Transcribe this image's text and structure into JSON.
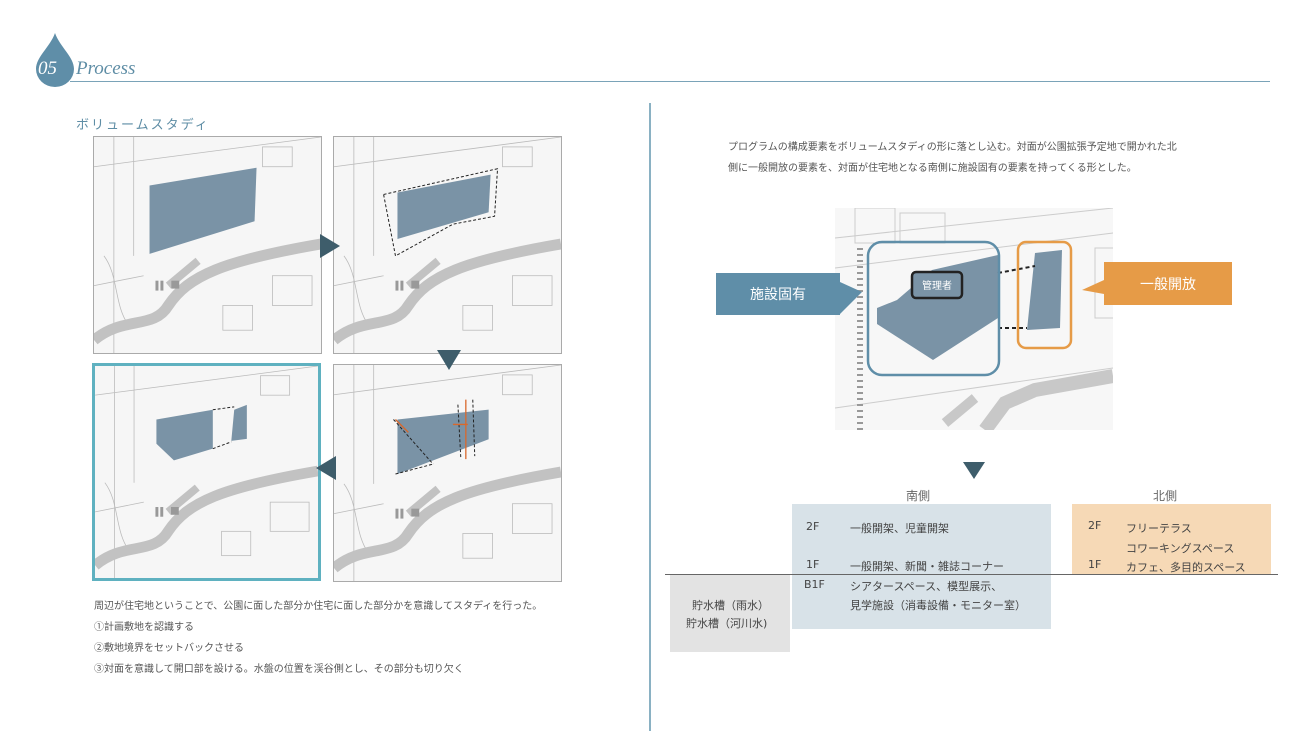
{
  "header": {
    "number": "05",
    "title": "Process"
  },
  "left": {
    "subtitle": "ボリュームスタディ",
    "notes": [
      "周辺が住宅地ということで、公園に面した部分か住宅に面した部分かを意識してスタディを行った。",
      "①計画敷地を認識する",
      "②敷地境界をセットバックさせる",
      "③対面を意識して開口部を設ける。水盤の位置を渓谷側とし、その部分も切り欠く"
    ]
  },
  "right": {
    "intro": [
      "プログラムの構成要素をボリュームスタディの形に落とし込む。対面が公園拡張予定地で開かれた北",
      "側に一般開放の要素を、対面が住宅地となる南側に施設固有の要素を持ってくる形とした。"
    ],
    "label_left": "施設固有",
    "label_right": "一般開放",
    "manager": "管理者",
    "south": {
      "heading": "南側",
      "rows": [
        {
          "floor": "2F",
          "text": "一般開架、児童開架"
        },
        {
          "floor": "1F",
          "text": "一般開架、新聞・雑誌コーナー"
        },
        {
          "floor": "B1F",
          "text": "シアタースペース、模型展示、"
        },
        {
          "floor": "",
          "text": "見学施設（消毒設備・モニター室）"
        }
      ]
    },
    "north": {
      "heading": "北側",
      "rows": [
        {
          "floor": "2F",
          "text": "フリーテラス"
        },
        {
          "floor": "",
          "text": "コワーキングスペース"
        },
        {
          "floor": "1F",
          "text": "カフェ、多目的スペース"
        }
      ]
    },
    "tanks": [
      "貯水槽（雨水）",
      "貯水槽（河川水)"
    ]
  },
  "colors": {
    "accent": "#5f8ea8",
    "orange": "#e69b47",
    "volume": "#7a93a6",
    "arrow": "#3e5d6b",
    "selected": "#5fb1c0"
  }
}
